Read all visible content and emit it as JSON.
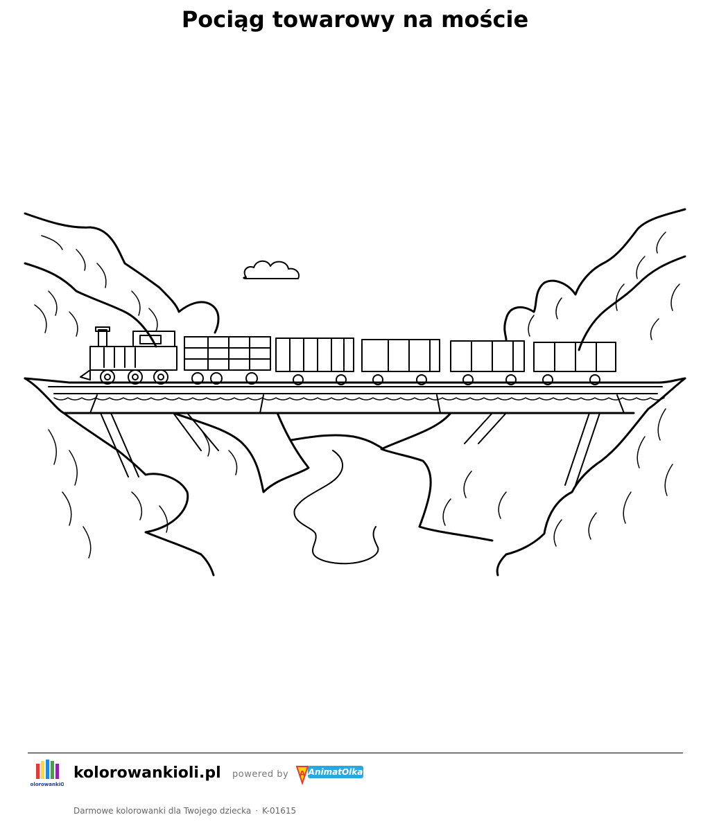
{
  "page": {
    "title": "Pociąg towarowy na moście"
  },
  "illustration": {
    "icon": "coloring-page-illustration"
  },
  "footer": {
    "site_name": "kolorowankioli.pl",
    "powered_by": "powered by",
    "logo_text": "KolorowankiOli",
    "partner_logo_text": "AnimatOlka",
    "tagline": "Darmowe kolorowanki dla Twojego dziecka",
    "separator": "·",
    "code": "K-01615",
    "colors": {
      "logo_red": "#e53935",
      "logo_blue": "#1e88e5",
      "logo_yellow": "#fdd835",
      "logo_green": "#43a047",
      "partner_blue": "#29a8e0",
      "partner_red": "#e53935",
      "partner_yellow": "#ffd600"
    }
  }
}
